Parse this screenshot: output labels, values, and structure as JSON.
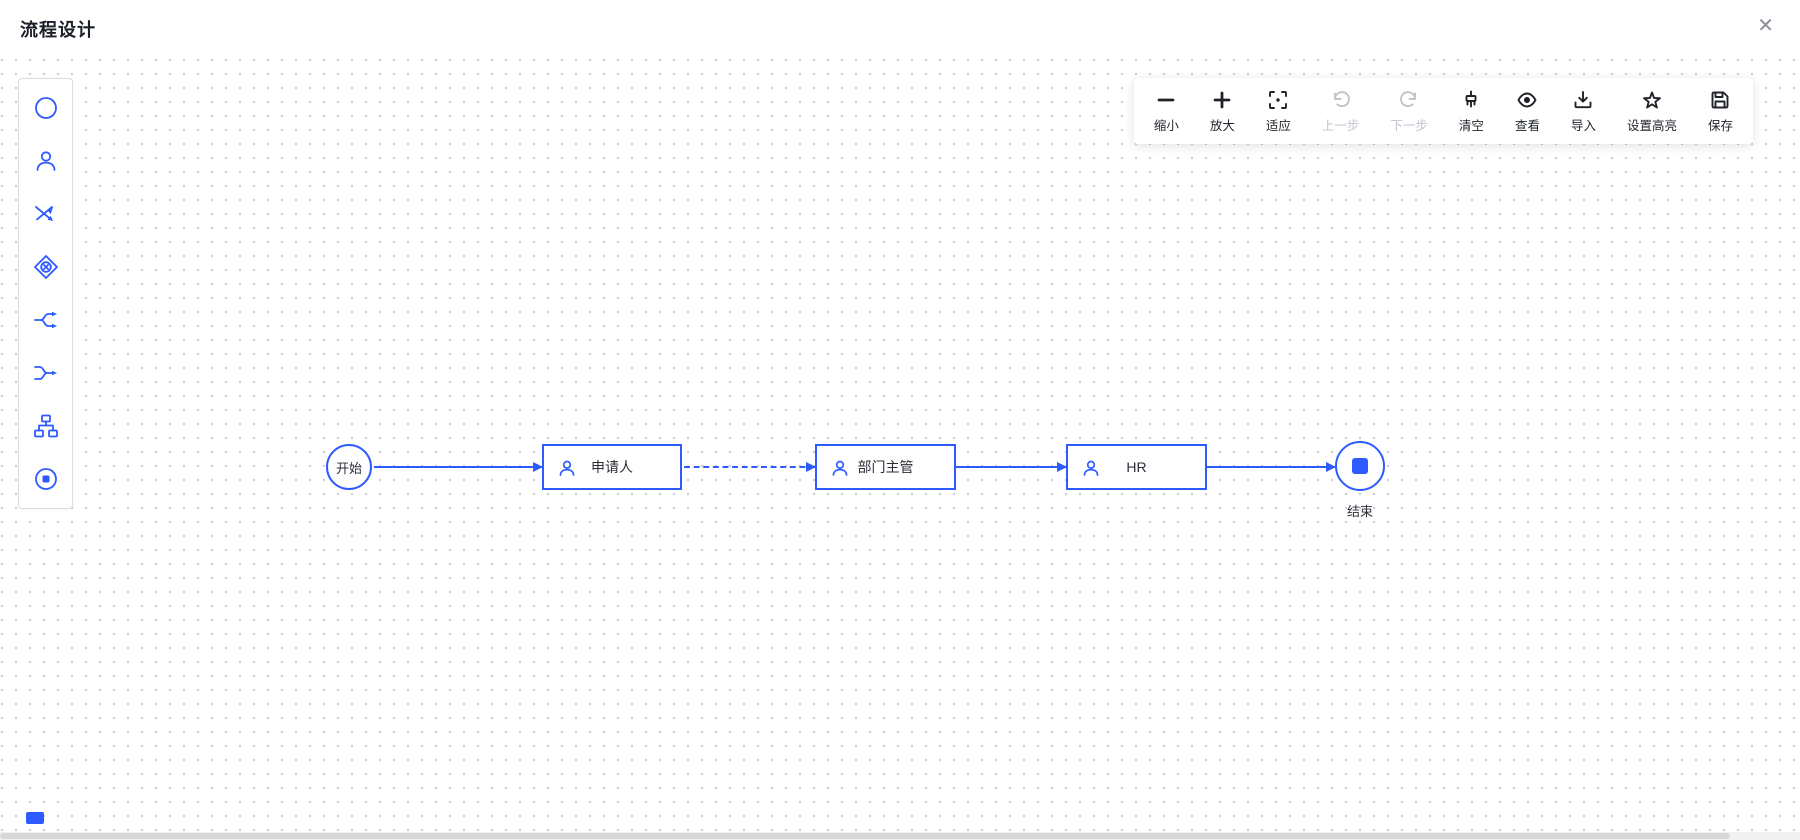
{
  "colors": {
    "accent": "#2e5bff",
    "toolbar_icon": "#1f2329",
    "disabled": "#c0c4cc",
    "grid_dot": "#c9ccd4"
  },
  "header": {
    "title": "流程设计",
    "close_glyph": "✕"
  },
  "palette": {
    "items": [
      {
        "icon": "circle-node-icon"
      },
      {
        "icon": "user-task-icon"
      },
      {
        "icon": "crossed-arrows-icon"
      },
      {
        "icon": "gateway-icon"
      },
      {
        "icon": "split-branch-icon"
      },
      {
        "icon": "merge-branch-icon"
      },
      {
        "icon": "subprocess-icon"
      },
      {
        "icon": "end-node-icon"
      }
    ]
  },
  "toolbar": {
    "items": [
      {
        "label": "缩小",
        "icon": "zoom-out-icon",
        "disabled": false
      },
      {
        "label": "放大",
        "icon": "zoom-in-icon",
        "disabled": false
      },
      {
        "label": "适应",
        "icon": "fit-view-icon",
        "disabled": false
      },
      {
        "label": "上一步",
        "icon": "undo-icon",
        "disabled": true
      },
      {
        "label": "下一步",
        "icon": "redo-icon",
        "disabled": true
      },
      {
        "label": "清空",
        "icon": "clear-icon",
        "disabled": false
      },
      {
        "label": "查看",
        "icon": "view-icon",
        "disabled": false
      },
      {
        "label": "导入",
        "icon": "import-icon",
        "disabled": false
      },
      {
        "label": "设置高亮",
        "icon": "highlight-icon",
        "disabled": false
      },
      {
        "label": "保存",
        "icon": "save-icon",
        "disabled": false
      }
    ]
  },
  "flow": {
    "start_node": {
      "label": "开始"
    },
    "task_nodes": [
      {
        "label": "申请人"
      },
      {
        "label": "部门主管"
      },
      {
        "label": "HR"
      }
    ],
    "end_node": {
      "label": "结束"
    }
  }
}
